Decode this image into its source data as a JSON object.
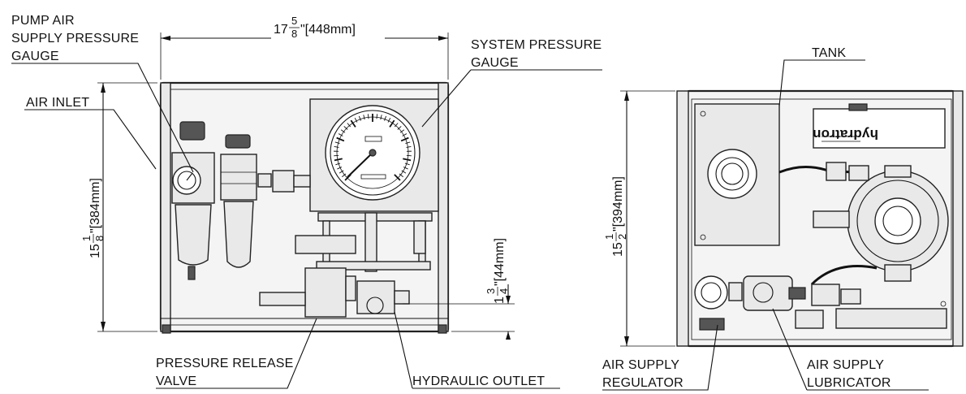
{
  "labels": {
    "pump_air_line1": "PUMP AIR",
    "pump_air_line2": "SUPPLY PRESSURE",
    "pump_air_line3": "GAUGE",
    "air_inlet": "AIR INLET",
    "system_pressure_line1": "SYSTEM PRESSURE",
    "system_pressure_line2": "GAUGE",
    "pressure_release_line1": "PRESSURE RELEASE",
    "pressure_release_line2": "VALVE",
    "hydraulic_outlet": "HYDRAULIC OUTLET",
    "tank": "TANK",
    "air_supply_regulator_line1": "AIR SUPPLY",
    "air_supply_regulator_line2": "REGULATOR",
    "air_supply_lubricator_line1": "AIR SUPPLY",
    "air_supply_lubricator_line2": "LUBRICATOR"
  },
  "dimensions": {
    "width_whole": "17",
    "width_num": "5",
    "width_den": "8",
    "width_mm": "\"[448mm]",
    "height_left_whole": "15",
    "height_left_num": "1",
    "height_left_den": "8",
    "height_left_mm": "\"[384mm]",
    "outlet_whole": "1",
    "outlet_num": "3",
    "outlet_den": "4",
    "outlet_mm": "\"[44mm]",
    "height_right_whole": "15",
    "height_right_num": "1",
    "height_right_den": "2",
    "height_right_mm": "\"[394mm]"
  },
  "brand": "hydratron"
}
